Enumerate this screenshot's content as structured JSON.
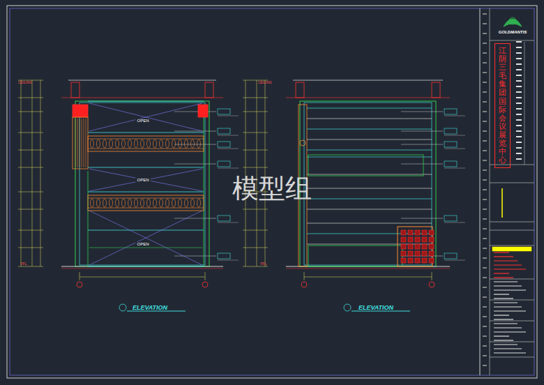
{
  "diagram": {
    "nodes": [
      {
        "text": [
          "江阴三毛集团国际会议展览中心"
        ]
      }
    ],
    "labels": [
      "模型组",
      "OPEN",
      "OPEN",
      "OPEN",
      "ELEVATION",
      "ELEVATION",
      "CEILING",
      "CEILING",
      "FFL",
      "FFL",
      "GOLDMANTIS"
    ]
  }
}
